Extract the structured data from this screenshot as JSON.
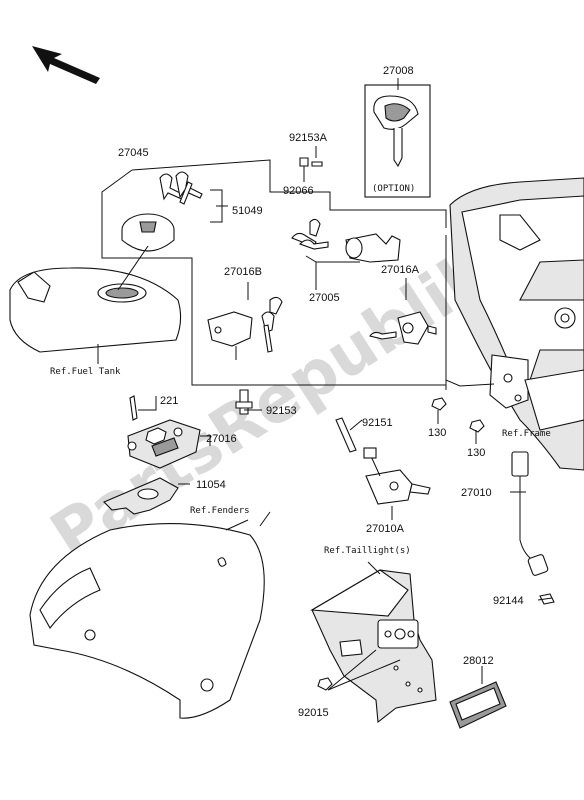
{
  "watermark": "PartsRepublik",
  "callouts": {
    "p27008": "27008",
    "p92153A": "92153A",
    "p92066": "92066",
    "p27045": "27045",
    "p51049": "51049",
    "p27016B": "27016B",
    "p27016A": "27016A",
    "p27005": "27005",
    "p92153": "92153",
    "p221": "221",
    "p27016": "27016",
    "p11054": "11054",
    "p92151": "92151",
    "p130a": "130",
    "p130b": "130",
    "p27010": "27010",
    "p27010A": "27010A",
    "p92144": "92144",
    "p28012": "28012",
    "p92015": "92015"
  },
  "refs": {
    "fuel_tank": "Ref.Fuel Tank",
    "frame": "Ref.Frame",
    "fenders": "Ref.Fenders",
    "taillight": "Ref.Taillight(s)",
    "option": "(OPTION)"
  },
  "icons": {
    "direction_arrow": "arrow-up-left-icon"
  }
}
